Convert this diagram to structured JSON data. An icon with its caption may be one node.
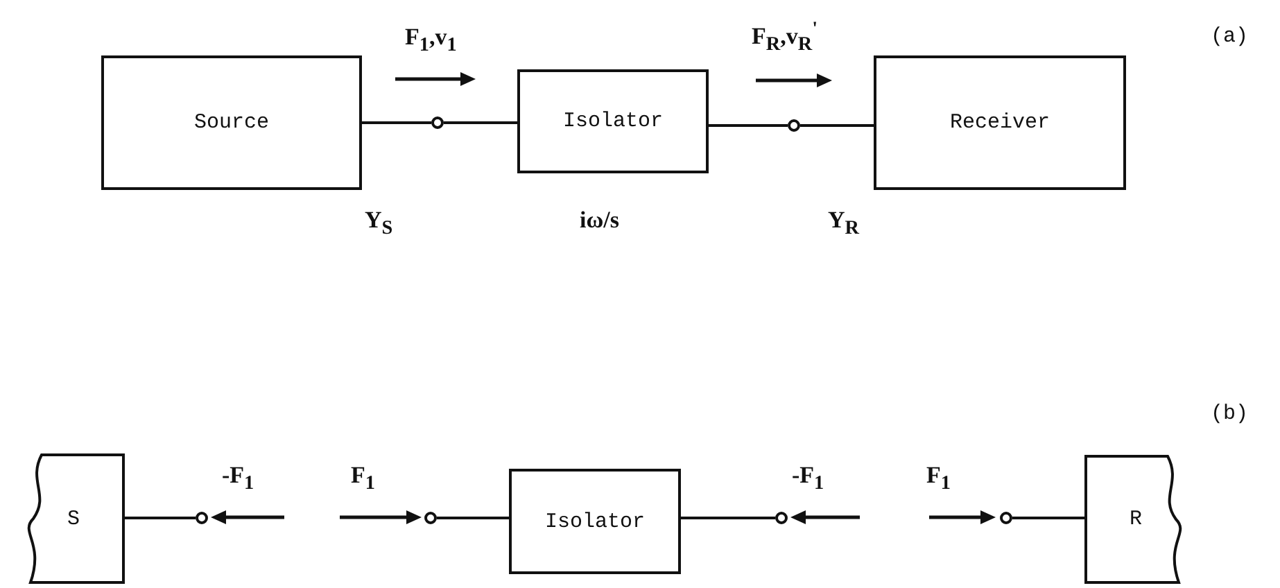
{
  "diagram": {
    "nodes": [
      {
        "text": [
          "Source"
        ]
      },
      {
        "text": [],
        "shape": "circle"
      },
      {
        "text": [
          "Isolator"
        ]
      },
      {
        "text": [],
        "shape": "circle"
      },
      {
        "text": [
          "Receiver"
        ]
      },
      {
        "text": [
          "S"
        ]
      },
      {
        "text": [],
        "shape": "circle"
      },
      {
        "text": [],
        "shape": "circle"
      },
      {
        "text": [
          "Isolator"
        ]
      },
      {
        "text": [],
        "shape": "circle"
      },
      {
        "text": [],
        "shape": "circle"
      },
      {
        "text": [
          "R"
        ]
      }
    ],
    "edges": [
      {
        "from": 0,
        "to": 1,
        "arrow": "none"
      },
      {
        "from": 1,
        "to": 2,
        "arrow": "none"
      },
      {
        "from": 2,
        "to": 3,
        "arrow": "none"
      },
      {
        "from": 3,
        "to": 4,
        "arrow": "none"
      },
      {
        "from": 5,
        "to": 6,
        "arrow": "none"
      },
      {
        "from": 7,
        "to": 8,
        "arrow": "none"
      },
      {
        "from": 8,
        "to": 9,
        "arrow": "none"
      },
      {
        "from": 10,
        "to": 11,
        "arrow": "none"
      }
    ],
    "labels": [
      "F$_{1}$,v$_{1}$",
      "F$_{R}$,v$_{R}$$^{'}$",
      "(a)",
      "Y$_{S}$",
      "iω/s",
      "Y$_{R}$",
      "(b)",
      "-F$_{1}$",
      "F$_{1}$",
      "-F$_{1}$",
      "F$_{1}$"
    ]
  }
}
